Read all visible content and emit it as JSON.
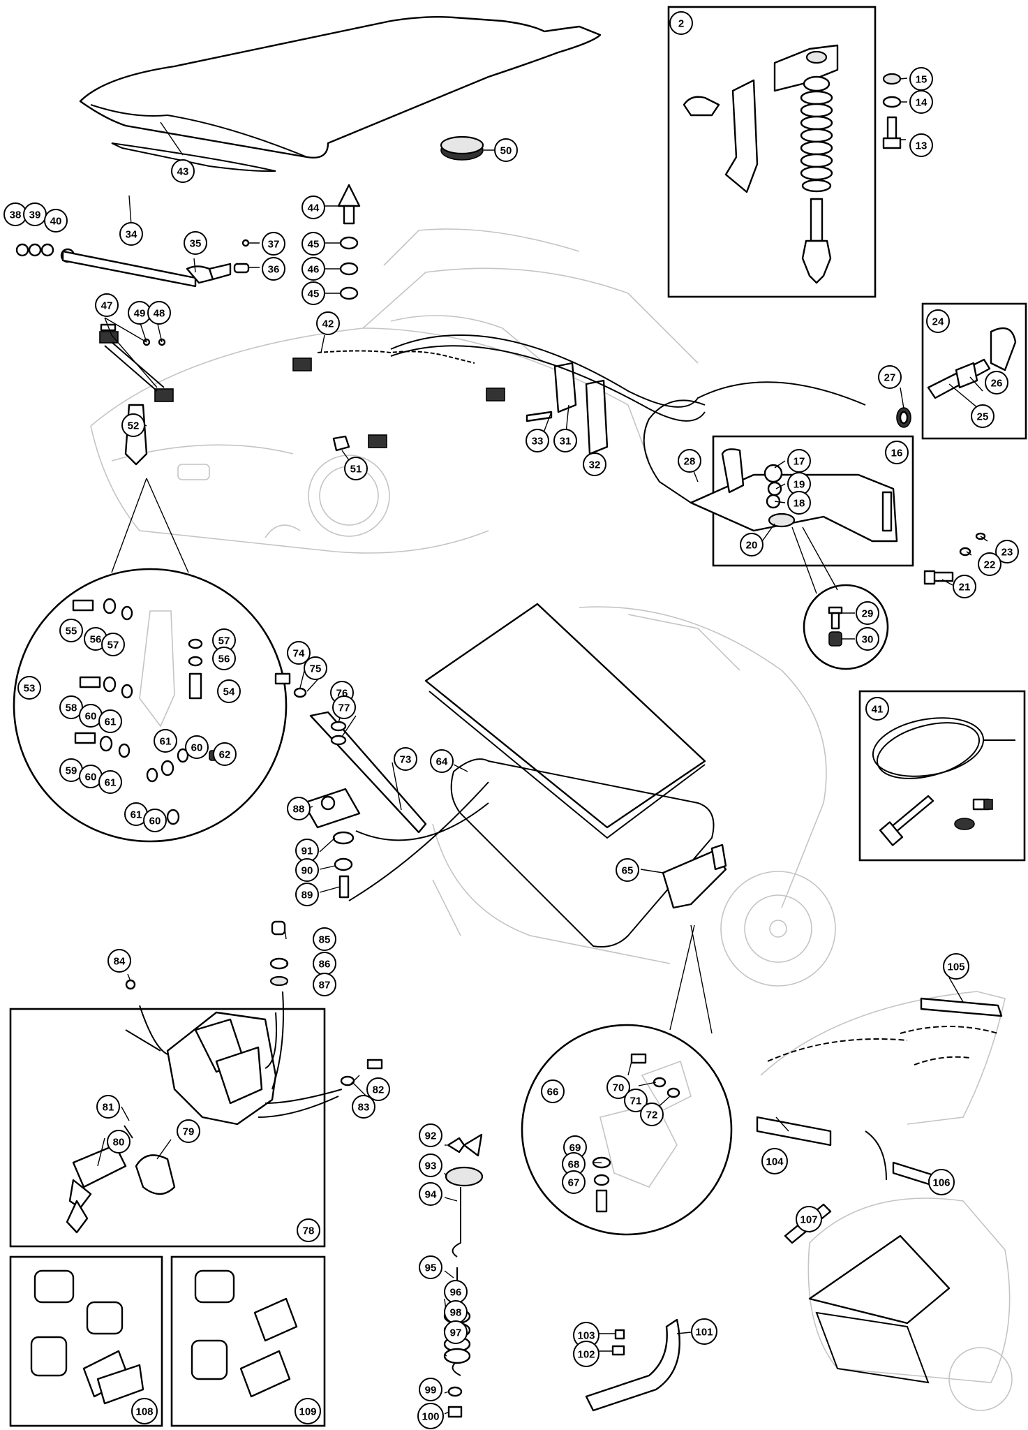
{
  "callouts": [
    {
      "label": "43"
    },
    {
      "label": "50"
    },
    {
      "label": "2"
    },
    {
      "label": "15"
    },
    {
      "label": "14"
    },
    {
      "label": "13"
    },
    {
      "label": "38"
    },
    {
      "label": "39"
    },
    {
      "label": "40"
    },
    {
      "label": "34"
    },
    {
      "label": "35"
    },
    {
      "label": "37"
    },
    {
      "label": "36"
    },
    {
      "label": "44"
    },
    {
      "label": "45"
    },
    {
      "label": "46"
    },
    {
      "label": "45"
    },
    {
      "label": "47"
    },
    {
      "label": "49"
    },
    {
      "label": "48"
    },
    {
      "label": "42"
    },
    {
      "label": "24"
    },
    {
      "label": "26"
    },
    {
      "label": "27"
    },
    {
      "label": "25"
    },
    {
      "label": "52"
    },
    {
      "label": "33"
    },
    {
      "label": "31"
    },
    {
      "label": "32"
    },
    {
      "label": "51"
    },
    {
      "label": "28"
    },
    {
      "label": "17"
    },
    {
      "label": "16"
    },
    {
      "label": "19"
    },
    {
      "label": "18"
    },
    {
      "label": "20"
    },
    {
      "label": "23"
    },
    {
      "label": "22"
    },
    {
      "label": "21"
    },
    {
      "label": "29"
    },
    {
      "label": "30"
    },
    {
      "label": "53"
    },
    {
      "label": "55"
    },
    {
      "label": "56"
    },
    {
      "label": "57"
    },
    {
      "label": "57"
    },
    {
      "label": "56"
    },
    {
      "label": "54"
    },
    {
      "label": "58"
    },
    {
      "label": "60"
    },
    {
      "label": "61"
    },
    {
      "label": "61"
    },
    {
      "label": "60"
    },
    {
      "label": "62"
    },
    {
      "label": "59"
    },
    {
      "label": "60"
    },
    {
      "label": "61"
    },
    {
      "label": "61"
    },
    {
      "label": "60"
    },
    {
      "label": "74"
    },
    {
      "label": "75"
    },
    {
      "label": "76"
    },
    {
      "label": "77"
    },
    {
      "label": "73"
    },
    {
      "label": "64"
    },
    {
      "label": "41"
    },
    {
      "label": "88"
    },
    {
      "label": "91"
    },
    {
      "label": "90"
    },
    {
      "label": "89"
    },
    {
      "label": "65"
    },
    {
      "label": "85"
    },
    {
      "label": "86"
    },
    {
      "label": "87"
    },
    {
      "label": "84"
    },
    {
      "label": "105"
    },
    {
      "label": "81"
    },
    {
      "label": "82"
    },
    {
      "label": "83"
    },
    {
      "label": "79"
    },
    {
      "label": "80"
    },
    {
      "label": "78"
    },
    {
      "label": "66"
    },
    {
      "label": "70"
    },
    {
      "label": "71"
    },
    {
      "label": "72"
    },
    {
      "label": "69"
    },
    {
      "label": "68"
    },
    {
      "label": "67"
    },
    {
      "label": "104"
    },
    {
      "label": "106"
    },
    {
      "label": "107"
    },
    {
      "label": "92"
    },
    {
      "label": "93"
    },
    {
      "label": "94"
    },
    {
      "label": "95"
    },
    {
      "label": "96"
    },
    {
      "label": "98"
    },
    {
      "label": "97"
    },
    {
      "label": "99"
    },
    {
      "label": "100"
    },
    {
      "label": "103"
    },
    {
      "label": "102"
    },
    {
      "label": "101"
    },
    {
      "label": "108"
    },
    {
      "label": "109"
    }
  ]
}
